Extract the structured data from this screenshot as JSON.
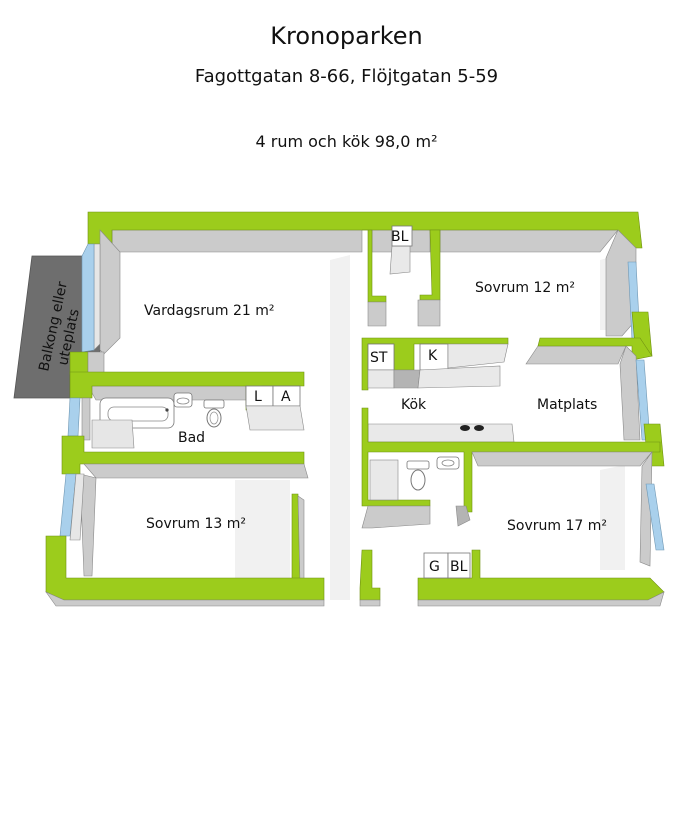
{
  "header": {
    "title": "Kronoparken",
    "address": "Fagottgatan 8-66, Flöjtgatan 5-59",
    "size": "4 rum och kök 98,0 m²"
  },
  "colors": {
    "wall_top": "#9ccc1c",
    "wall_side": "#c8c8c8",
    "wall_side_dark": "#a9a9a9",
    "window": "#a9d0ec",
    "balcony": "#6e6e6e",
    "floor": "#ffffff"
  },
  "rooms": {
    "living": "Vardagsrum 21 m²",
    "bedroom_12": "Sovrum 12 m²",
    "bedroom_13": "Sovrum 13 m²",
    "bedroom_17": "Sovrum 17 m²",
    "kitchen": "Kök",
    "dining": "Matplats",
    "bath": "Bad"
  },
  "balcony": {
    "line1": "Balkong eller",
    "line2": "uteplats"
  },
  "fixtures": {
    "bl_top": "BL",
    "st": "ST",
    "k": "K",
    "l": "L",
    "a": "A",
    "g": "G",
    "bl_bottom": "BL"
  }
}
